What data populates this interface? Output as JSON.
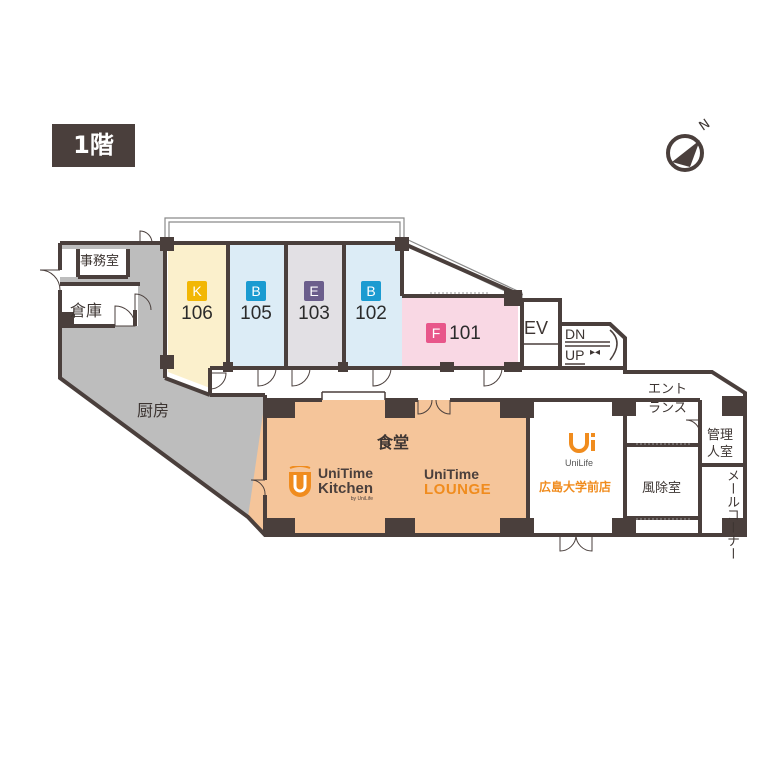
{
  "floor_label": "1階",
  "north_label": "N",
  "rooms": {
    "office": "事務室",
    "storage": "倉庫",
    "kitchen": "厨房",
    "dining": "食堂",
    "elevator": "EV",
    "stairs_down": "DN",
    "stairs_up": "UP",
    "entrance_l1": "エント",
    "entrance_l2": "ランス",
    "management_l1": "管理",
    "management_l2": "人室",
    "windbreak": "風除室",
    "mail_corner": "メールコーナー"
  },
  "units": [
    {
      "letter": "K",
      "number": "106",
      "color": "#f2b705"
    },
    {
      "letter": "B",
      "number": "105",
      "color": "#1b9bd1"
    },
    {
      "letter": "E",
      "number": "103",
      "color": "#6b5e8c"
    },
    {
      "letter": "B",
      "number": "102",
      "color": "#1b9bd1"
    },
    {
      "letter": "F",
      "number": "101",
      "color": "#e8568a"
    }
  ],
  "brands": {
    "kitchen_top": "UniTime",
    "kitchen_bottom": "Kitchen",
    "kitchen_sub": "by UniLife",
    "lounge_top": "UniTime",
    "lounge_bottom": "LOUNGE",
    "unilife_logo": "UniLife",
    "shop_name": "広島大学前店"
  },
  "colors": {
    "wall": "#4a3f3c",
    "kitchen_gray": "#bdbdbd",
    "dining_orange": "#f5c59a",
    "unit_106": "#fbf0cc",
    "unit_blue": "#dcecf6",
    "unit_103": "#e2e0e4",
    "unit_101": "#f9d8e4",
    "accent_orange": "#f08c1e"
  }
}
